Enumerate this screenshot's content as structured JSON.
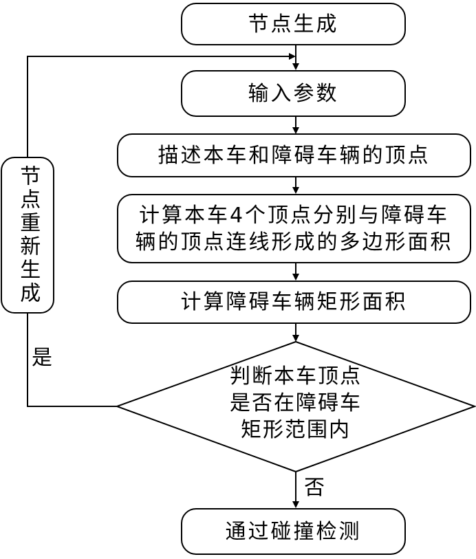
{
  "nodes": {
    "generate": "节点生成",
    "input_params": "输入参数",
    "describe_vertices": "描述本车和障碍车辆的顶点",
    "compute_polygon_area": "计算本车4个顶点分别与障碍车辆的顶点连线形成的多边形面积",
    "compute_rect_area": "计算障碍车辆矩形面积",
    "decision": "判断本车顶点是否在障碍车矩形范围内",
    "pass": "通过碰撞检测",
    "regenerate": "节点重新生成"
  },
  "edge_labels": {
    "yes": "是",
    "no": "否"
  }
}
